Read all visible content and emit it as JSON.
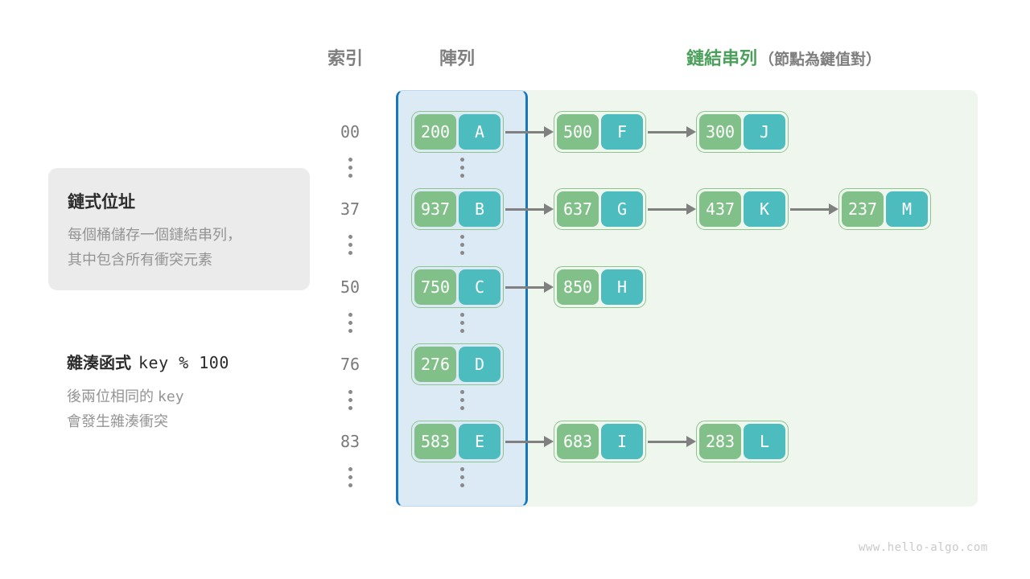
{
  "headers": {
    "index": "索引",
    "array": "陣列",
    "list_main": "鏈結串列",
    "list_sub": "（節點為鍵值對）"
  },
  "info_card": {
    "title": "鏈式位址",
    "line1": "每個桶儲存一個鏈結串列，",
    "line2": "其中包含所有衝突元素"
  },
  "hash_note": {
    "title": "雜湊函式",
    "formula": "key % 100",
    "line1_prefix": "後兩位相同的",
    "line1_mono": "key",
    "line2": "會發生雜湊衝突"
  },
  "colors": {
    "key_cell": "#82c08a",
    "value_cell": "#4cbcbe",
    "node_border": "#8ec48e",
    "array_panel_bg": "#dceaf6",
    "array_panel_border": "#1577bf",
    "list_panel_bg": "#eef6ee",
    "arrow": "#808080",
    "heading_green": "#4aa05a",
    "heading_gray": "#7f7f7f",
    "card_bg": "#ebebeb"
  },
  "ellipsis_glyph": "⋮",
  "rows": [
    {
      "index": "00",
      "bucket": {
        "key": "200",
        "value": "A"
      },
      "chain": [
        {
          "key": "500",
          "value": "F"
        },
        {
          "key": "300",
          "value": "J"
        }
      ]
    },
    {
      "index": "37",
      "bucket": {
        "key": "937",
        "value": "B"
      },
      "chain": [
        {
          "key": "637",
          "value": "G"
        },
        {
          "key": "437",
          "value": "K"
        },
        {
          "key": "237",
          "value": "M"
        }
      ]
    },
    {
      "index": "50",
      "bucket": {
        "key": "750",
        "value": "C"
      },
      "chain": [
        {
          "key": "850",
          "value": "H"
        }
      ]
    },
    {
      "index": "76",
      "bucket": {
        "key": "276",
        "value": "D"
      },
      "chain": []
    },
    {
      "index": "83",
      "bucket": {
        "key": "583",
        "value": "E"
      },
      "chain": [
        {
          "key": "683",
          "value": "I"
        },
        {
          "key": "283",
          "value": "L"
        }
      ]
    }
  ],
  "watermark": "www.hello-algo.com"
}
